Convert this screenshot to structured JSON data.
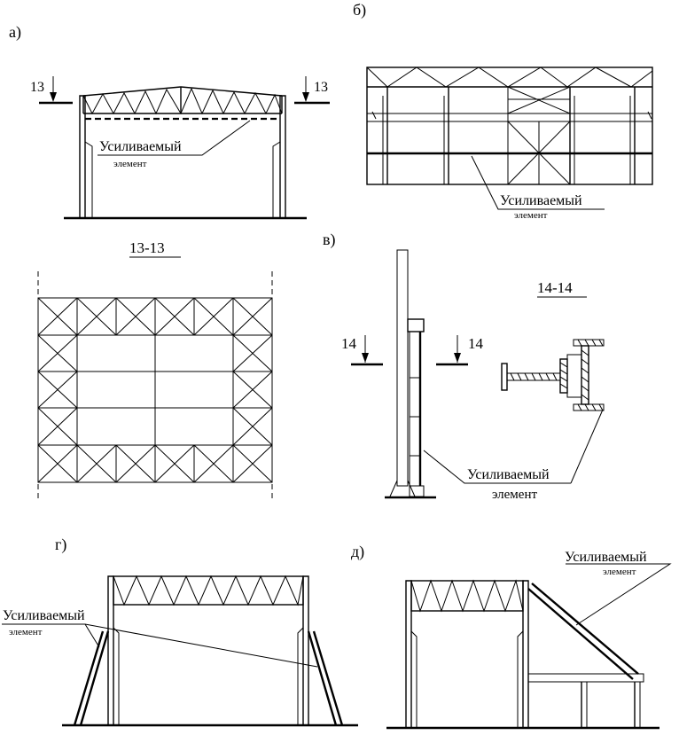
{
  "labels": {
    "a": "а)",
    "b": "б)",
    "v": "в)",
    "g": "г)",
    "d": "д)"
  },
  "section_marks": {
    "a_left": "13",
    "a_right": "13",
    "v_left": "14",
    "v_right": "14"
  },
  "section_titles": {
    "s13": "13-13",
    "s14": "14-14"
  },
  "callouts": {
    "a": [
      "Усиливаемый",
      "элемент"
    ],
    "b": [
      "Усиливаемый",
      "элемент"
    ],
    "v": [
      "Усиливаемый",
      "элемент"
    ],
    "g": [
      "Усиливаемый",
      "элемент"
    ],
    "d": [
      "Усиливаемый",
      "элемент"
    ]
  }
}
